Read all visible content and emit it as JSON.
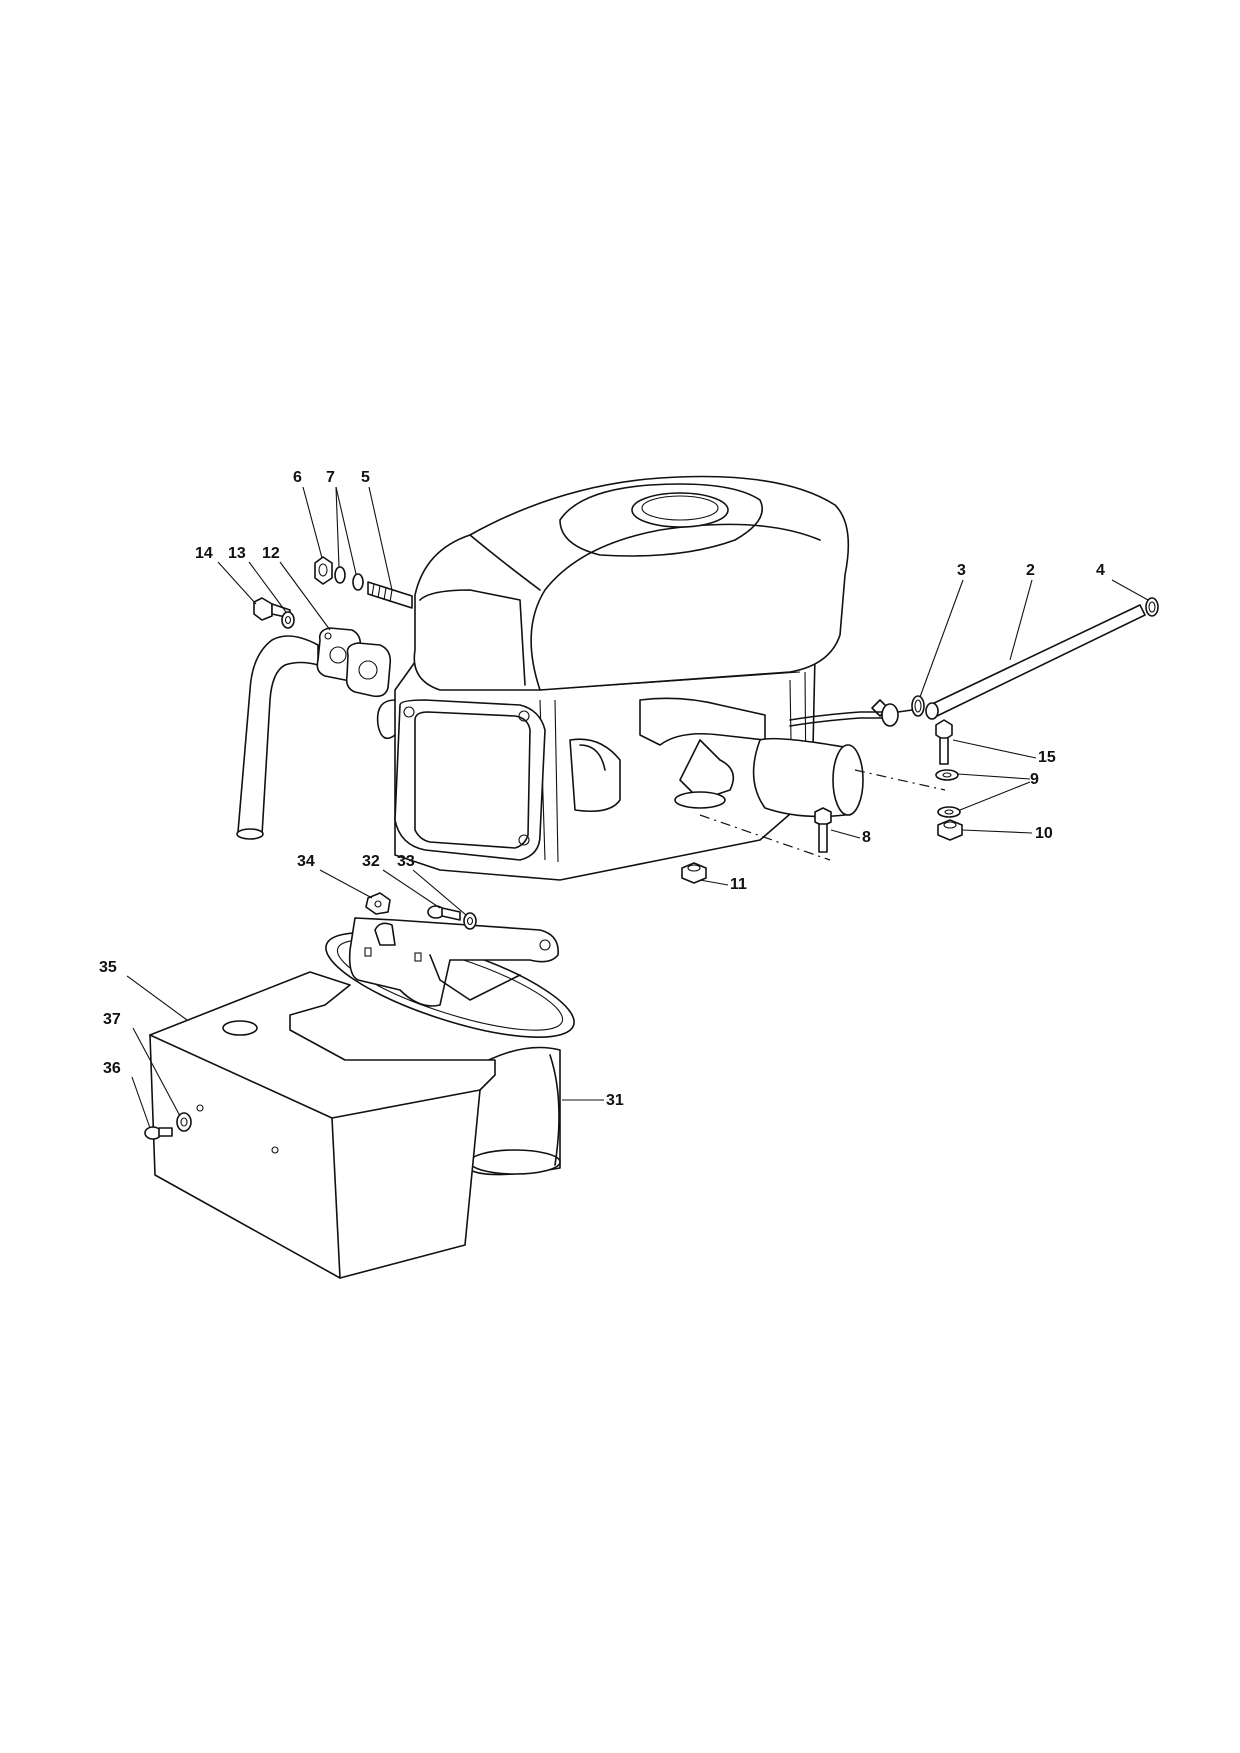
{
  "diagram": {
    "labels": {
      "l2": "2",
      "l3": "3",
      "l4": "4",
      "l5": "5",
      "l6": "6",
      "l7": "7",
      "l8": "8",
      "l9": "9",
      "l10": "10",
      "l11": "11",
      "l12": "12",
      "l13": "13",
      "l14": "14",
      "l15": "15",
      "l31": "31",
      "l32": "32",
      "l33": "33",
      "l34": "34",
      "l35": "35",
      "l36": "36",
      "l37": "37"
    }
  }
}
